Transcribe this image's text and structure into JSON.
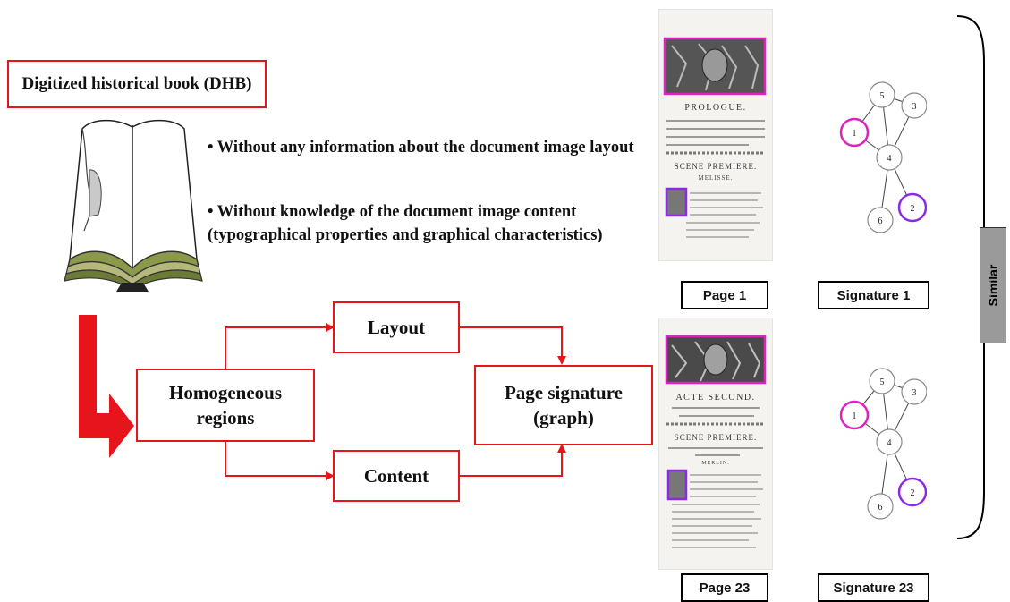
{
  "left": {
    "title": "Digitized historical book (DHB)",
    "bullet1": "• Without any information about the document image layout",
    "bullet2_line1": "• Without knowledge of the document image content",
    "bullet2_line2": "(typographical properties and graphical characteristics)"
  },
  "flow": {
    "homogeneous_line1": "Homogeneous",
    "homogeneous_line2": "regions",
    "layout": "Layout",
    "content": "Content",
    "signature_line1": "Page signature",
    "signature_line2": "(graph)"
  },
  "pages": [
    {
      "label": "Page 1",
      "heading": "PROLOGUE.",
      "scene": "SCENE PREMIERE.",
      "character": "MELISSE.",
      "signature_label": "Signature 1"
    },
    {
      "label": "Page 23",
      "heading": "ACTE SECOND.",
      "scene": "SCENE PREMIERE.",
      "character": "MERLIN.",
      "signature_label": "Signature 23"
    }
  ],
  "graph_nodes": [
    "1",
    "2",
    "3",
    "4",
    "5",
    "6"
  ],
  "similar_label": "Similar",
  "colors": {
    "flow_red": "#e8141c",
    "ornament_box": "#e020c0",
    "lettrine_box": "#8a2be2",
    "book_green": "#8a9a4a"
  }
}
